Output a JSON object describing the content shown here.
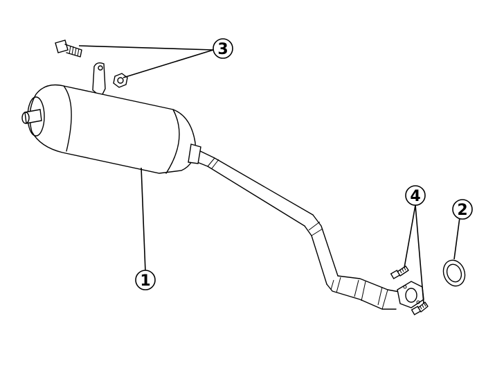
{
  "callouts": {
    "muffler": "1",
    "gasket": "2",
    "muffler_bolts": "3",
    "flange_bolts": "4"
  },
  "colors": {
    "line": "#000000",
    "background": "#ffffff"
  }
}
